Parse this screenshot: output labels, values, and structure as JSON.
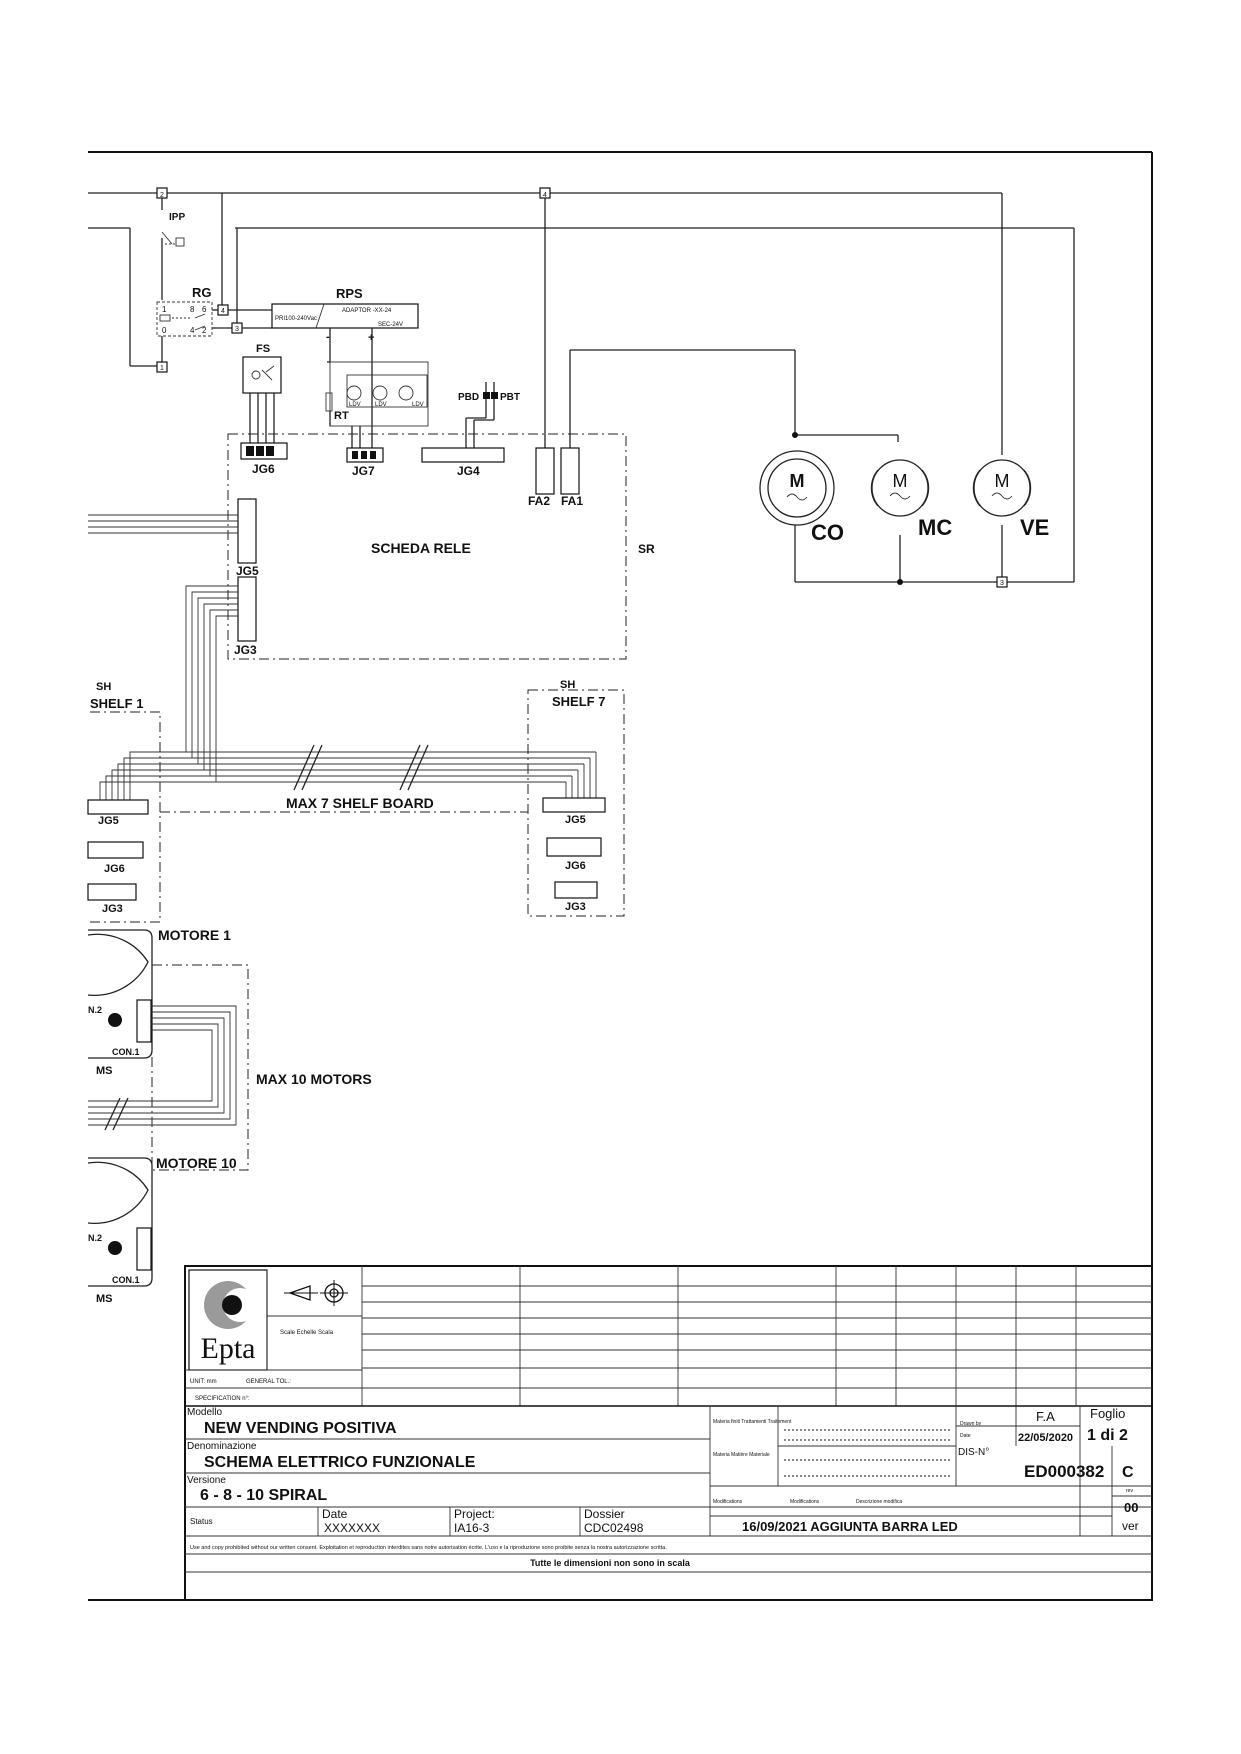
{
  "labels": {
    "ipp": "IPP",
    "rg": "RG",
    "rps": "RPS",
    "adaptor": "ADAPTOR  -XX-24",
    "pri": "PRI100-240Vac",
    "sec": "SEC-24V",
    "minus": "-",
    "plus": "+",
    "fs": "FS",
    "rt": "RT",
    "ldv": "LDV",
    "pbd": "PBD",
    "pbt": "PBT",
    "jg6": "JG6",
    "jg7": "JG7",
    "jg4": "JG4",
    "jg5": "JG5",
    "jg3": "JG3",
    "fa2": "FA2",
    "fa1": "FA1",
    "scheda_rele": "SCHEDA RELE",
    "sr": "SR",
    "co": "CO",
    "mc": "MC",
    "ve": "VE",
    "motor_symbol": "M",
    "sh": "SH",
    "shelf1": "SHELF 1",
    "shelf7": "SHELF 7",
    "max7": "MAX 7 SHELF BOARD",
    "motore1": "MOTORE 1",
    "motore10": "MOTORE 10",
    "max10": "MAX 10 MOTORS",
    "ms": "MS",
    "n2": "N.2",
    "con1": "CON.1",
    "t1": "1",
    "t2": "2",
    "t3": "3",
    "t4": "4",
    "t6": "6",
    "t8": "8",
    "t0": "0"
  },
  "title_block": {
    "logo": "Epta",
    "scale_label": "Scale\nEchelle\nScala",
    "unit_label": "UNIT: mm",
    "general_tol": "GENERAL TOL.:",
    "specification": "SPECIFICATION n°:",
    "modello_label": "Modello",
    "modello": "NEW VENDING POSITIVA",
    "denominazione_label": "Denominazione",
    "denominazione": "SCHEMA ELETTRICO FUNZIONALE",
    "versione_label": "Versione",
    "versione": "6 - 8 - 10 SPIRAL",
    "status_label": "Status",
    "date_label": "Date",
    "date": "XXXXXXX",
    "project_label": "Project:",
    "project": "IA16-3",
    "dossier_label": "Dossier",
    "dossier": "CDC02498",
    "material_label": "Materia finiti\nTrattamenti\nTraitement",
    "materia_label": "Materia\nMatière\nMateriale",
    "drawn_by_label": "Drawn by",
    "drawn_by": "F.A",
    "date2_label": "Date",
    "date2": "22/05/2020",
    "foglio_label": "Foglio",
    "foglio": "1 di 2",
    "dis_label": "DIS-N°",
    "dis": "ED000382",
    "rev": "C",
    "rev_label": "rev",
    "ver_num": "00",
    "ver_label": "ver",
    "modifications_label": "Modifications",
    "modifications2_label": "Modifications",
    "descrizione_label": "Descrizione modifica",
    "modification": "16/09/2021 AGGIUNTA BARRA LED",
    "copyright": "Use and copy prohibited without our written consent.     Exploitation et reproduction interdites sans notre autorisation écrite.     L'uso e la riproduzione sono proibite senza la nostra autorizzazione scritta.",
    "footer": "Tutte le dimensioni non sono in scala"
  }
}
